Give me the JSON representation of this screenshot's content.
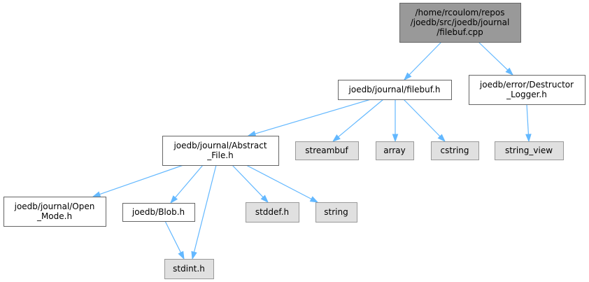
{
  "colors": {
    "root_fill": "#999999",
    "root_border": "#666666",
    "node_fill": "#ffffff",
    "node_border": "#666666",
    "external_fill": "#e0e0e0",
    "external_border": "#999999",
    "edge": "#63b8ff"
  },
  "nodes": [
    {
      "id": "root",
      "kind": "root",
      "lines": [
        "/home/rcoulom/repos",
        "/joedb/src/joedb/journal",
        "/filebuf.cpp"
      ]
    },
    {
      "id": "filebuf_h",
      "kind": "file",
      "lines": [
        "joedb/journal/filebuf.h"
      ]
    },
    {
      "id": "destructor_logger_h",
      "kind": "file",
      "lines": [
        "joedb/error/Destructor",
        "_Logger.h"
      ]
    },
    {
      "id": "abstract_file_h",
      "kind": "file",
      "lines": [
        "joedb/journal/Abstract",
        "_File.h"
      ]
    },
    {
      "id": "streambuf",
      "kind": "external",
      "lines": [
        "streambuf"
      ]
    },
    {
      "id": "array",
      "kind": "external",
      "lines": [
        "array"
      ]
    },
    {
      "id": "cstring",
      "kind": "external",
      "lines": [
        "cstring"
      ]
    },
    {
      "id": "string_view",
      "kind": "external",
      "lines": [
        "string_view"
      ]
    },
    {
      "id": "open_mode_h",
      "kind": "file",
      "lines": [
        "joedb/journal/Open",
        "_Mode.h"
      ]
    },
    {
      "id": "blob_h",
      "kind": "file",
      "lines": [
        "joedb/Blob.h"
      ]
    },
    {
      "id": "stddef_h",
      "kind": "external",
      "lines": [
        "stddef.h"
      ]
    },
    {
      "id": "string",
      "kind": "external",
      "lines": [
        "string"
      ]
    },
    {
      "id": "stdint_h",
      "kind": "external",
      "lines": [
        "stdint.h"
      ]
    }
  ],
  "edges": [
    {
      "from": "root",
      "to": "filebuf_h"
    },
    {
      "from": "root",
      "to": "destructor_logger_h"
    },
    {
      "from": "filebuf_h",
      "to": "abstract_file_h"
    },
    {
      "from": "filebuf_h",
      "to": "streambuf"
    },
    {
      "from": "filebuf_h",
      "to": "array"
    },
    {
      "from": "filebuf_h",
      "to": "cstring"
    },
    {
      "from": "destructor_logger_h",
      "to": "string_view"
    },
    {
      "from": "abstract_file_h",
      "to": "open_mode_h"
    },
    {
      "from": "abstract_file_h",
      "to": "blob_h"
    },
    {
      "from": "abstract_file_h",
      "to": "stdint_h"
    },
    {
      "from": "abstract_file_h",
      "to": "stddef_h"
    },
    {
      "from": "abstract_file_h",
      "to": "string"
    },
    {
      "from": "blob_h",
      "to": "stdint_h"
    }
  ]
}
